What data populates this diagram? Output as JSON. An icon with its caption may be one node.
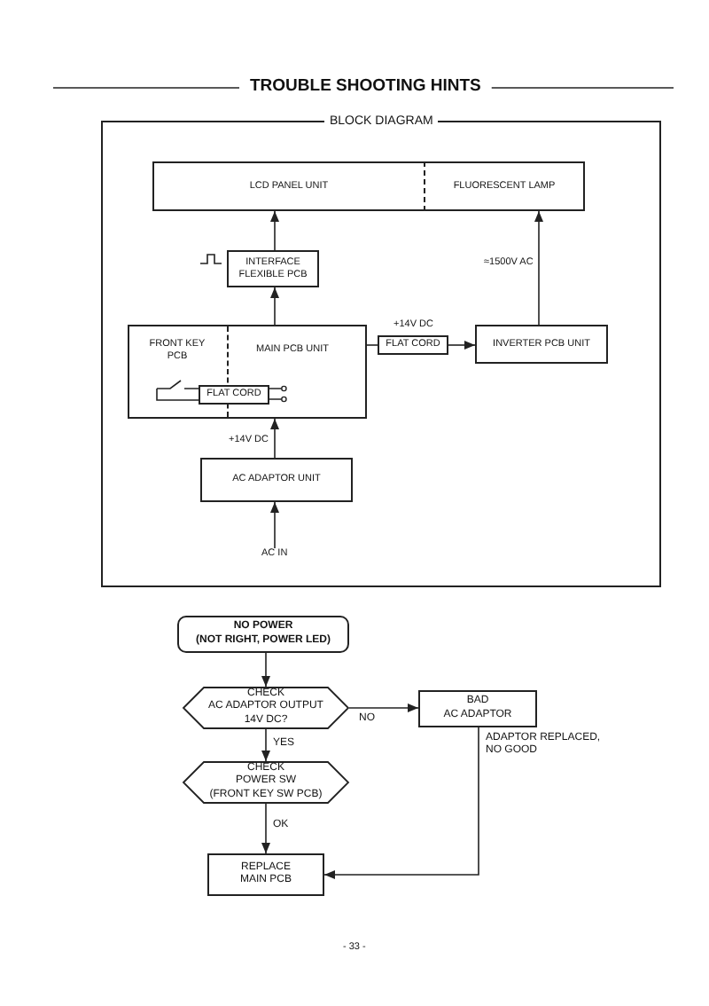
{
  "diagram": {
    "title": "TROUBLE SHOOTING HINTS",
    "nodes": [
      {
        "text": [
          "BLOCK DIAGRAM"
        ]
      },
      {
        "text": [
          "LCD PANEL UNIT"
        ],
        "in": 0
      },
      {
        "text": [
          "FLUORESCENT LAMP"
        ],
        "in": 0
      },
      {
        "text": [
          "INTERFACE FLEXIBLE PCB"
        ],
        "in": 0
      },
      {
        "text": [
          "FRONT KEY PCB",
          "MAIN PCB UNIT"
        ],
        "in": 0
      },
      {
        "text": [
          "FLAT CORD"
        ],
        "in": 4
      },
      {
        "text": [
          "FLAT CORD"
        ],
        "beside": [
          "+14V DC"
        ],
        "in": 0
      },
      {
        "text": [
          "INVERTER PCB UNIT"
        ],
        "in": 0
      },
      {
        "text": [
          "AC ADAPTOR UNIT"
        ],
        "in": 0
      },
      {
        "text": [
          "AC IN"
        ],
        "in": 0
      },
      {
        "text": [
          "NO POWER",
          "(NOT RIGHT, POWER LED)"
        ]
      },
      {
        "text": [
          "CHECK",
          "AC ADAPTOR OUTPUT 14V DC?"
        ]
      },
      {
        "text": [
          "BAD",
          "AC ADAPTOR"
        ]
      },
      {
        "text": [
          "CHECK",
          "POWER SW",
          "(FRONT KEY SW PCB)"
        ]
      },
      {
        "text": [
          "REPLACE MAIN PCB"
        ]
      }
    ],
    "edges": [
      {
        "from": 3,
        "to": 1,
        "arrow": "to"
      },
      {
        "from": 4,
        "to": 3,
        "arrow": "to"
      },
      {
        "from": 7,
        "to": 2,
        "arrow": "to",
        "label": "≈1500V AC"
      },
      {
        "from": 4,
        "to": 6,
        "arrow": "none"
      },
      {
        "from": 6,
        "to": 7,
        "arrow": "to"
      },
      {
        "from": 8,
        "to": 4,
        "arrow": "to",
        "label": "+14V DC"
      },
      {
        "from": 9,
        "to": 8,
        "arrow": "to"
      },
      {
        "from": 10,
        "to": 11,
        "arrow": "to"
      },
      {
        "from": 11,
        "to": 12,
        "arrow": "to",
        "label": "NO"
      },
      {
        "from": 11,
        "to": 13,
        "arrow": "to",
        "label": "YES"
      },
      {
        "from": 13,
        "to": 14,
        "arrow": "to",
        "label": "OK"
      },
      {
        "from": 12,
        "to": 14,
        "arrow": "to",
        "label": "ADAPTOR REPLACED, NO GOOD"
      }
    ],
    "labels": [
      "- 33 -"
    ]
  }
}
